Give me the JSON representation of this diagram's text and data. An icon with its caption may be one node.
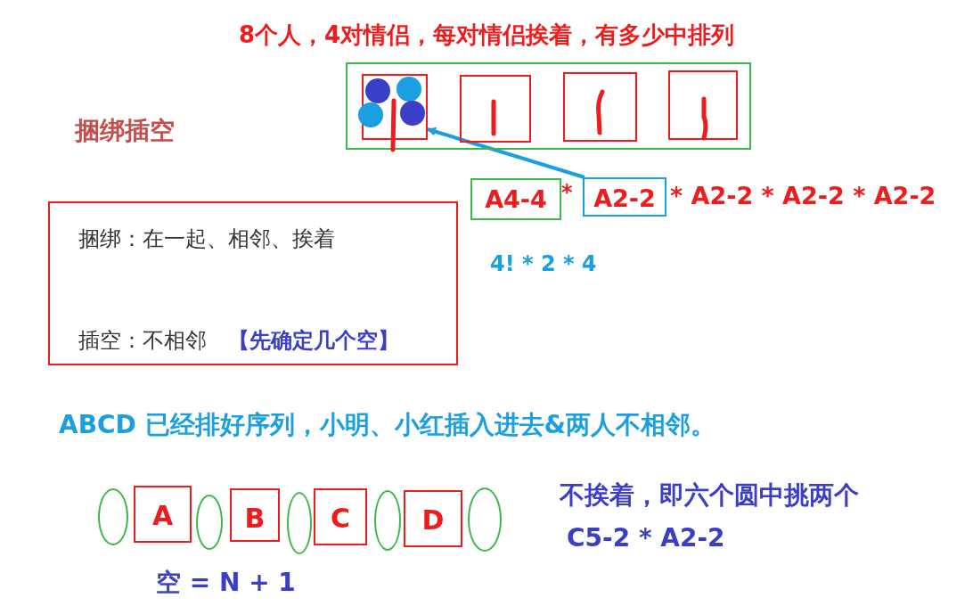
{
  "diagram": {
    "title": "8个人，4对情侣，每对情侣挨着，有多少中排列",
    "nodes": [
      {
        "text": [],
        "shape": "box"
      },
      {
        "text": [],
        "shape": "box",
        "in": 0
      },
      {
        "text": [],
        "shape": "box",
        "in": 0
      },
      {
        "text": [],
        "shape": "box",
        "in": 0
      },
      {
        "text": [],
        "shape": "box",
        "in": 0
      },
      {
        "text": [
          "A4-4"
        ]
      },
      {
        "text": [
          "A2-2"
        ]
      },
      {
        "text": [
          "捆绑：在一起、相邻、挨着",
          "插空：不相邻",
          "【先确定几个空】"
        ]
      },
      {
        "text": [],
        "shape": "ellipse"
      },
      {
        "text": [
          "A"
        ]
      },
      {
        "text": [],
        "shape": "ellipse"
      },
      {
        "text": [
          "B"
        ]
      },
      {
        "text": [],
        "shape": "ellipse"
      },
      {
        "text": [
          "C"
        ]
      },
      {
        "text": [],
        "shape": "ellipse"
      },
      {
        "text": [
          "D"
        ]
      },
      {
        "text": [],
        "shape": "ellipse"
      }
    ],
    "edges": [
      {
        "from": 6,
        "to": 1,
        "arrow": "to"
      }
    ],
    "labels": [
      "捆绑插空",
      "*",
      "* A2-2 * A2-2 * A2-2",
      "4! * 2 * 4",
      "ABCD 已经排好序列，小明、小红插入进去&两人不相邻。",
      "不挨着，即六个圆中挑两个",
      "C5-2 * A2-2",
      "空 = N + 1"
    ]
  }
}
